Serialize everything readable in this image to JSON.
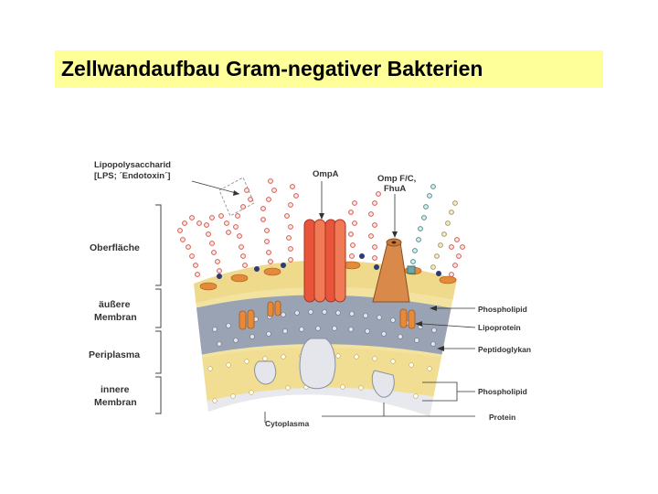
{
  "slide": {
    "title": "Zellwandaufbau Gram-negativer Bakterien"
  },
  "diagram": {
    "top_labels": {
      "lps_line1": "Lipopolysaccharid",
      "lps_line2": "[LPS; ´Endotoxin´]",
      "ompa": "OmpA",
      "ompf_line1": "Omp F/C,",
      "ompf_line2": "FhuA"
    },
    "left_labels": {
      "surface": "Oberfläche",
      "outer_line1": "äußere",
      "outer_line2": "Membran",
      "periplasm": "Periplasma",
      "inner_line1": "innere",
      "inner_line2": "Membran"
    },
    "right_labels": {
      "phospholipid_outer": "Phospholipid",
      "lipoprotein": "Lipoprotein",
      "peptidoglycan": "Peptidoglykan",
      "phospholipid_inner": "Phospholipid",
      "protein": "Protein"
    },
    "bottom_label": "Cytoplasma",
    "colors": {
      "title_background": "#ffff99",
      "membrane_yellow": "#f3e3a0",
      "periplasm_gray": "#9aa3b3",
      "lps_red": "#d9574a",
      "porin_orange": "#d98a4a",
      "ompa_red": "#e8553a",
      "protein_white": "#e4e6ec"
    }
  }
}
